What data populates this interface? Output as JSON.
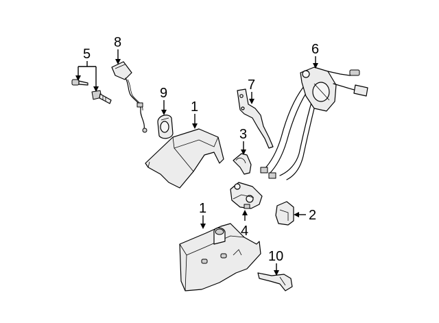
{
  "callouts": [
    {
      "id": "c1a",
      "label": "1"
    },
    {
      "id": "c1b",
      "label": "1"
    },
    {
      "id": "c2",
      "label": "2"
    },
    {
      "id": "c3",
      "label": "3"
    },
    {
      "id": "c4",
      "label": "4"
    },
    {
      "id": "c5",
      "label": "5"
    },
    {
      "id": "c6",
      "label": "6"
    },
    {
      "id": "c7",
      "label": "7"
    },
    {
      "id": "c8",
      "label": "8"
    },
    {
      "id": "c9",
      "label": "9"
    },
    {
      "id": "c10",
      "label": "10"
    }
  ]
}
